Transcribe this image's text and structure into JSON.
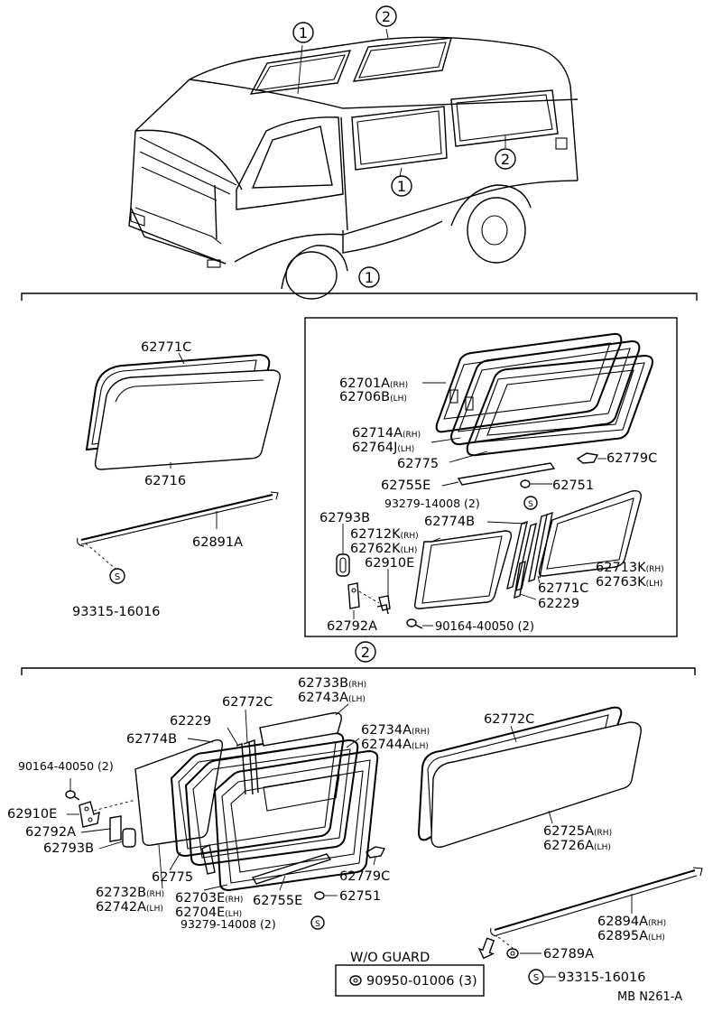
{
  "callouts": {
    "c1": "1",
    "c2": "2"
  },
  "labels": {
    "l62771C_a": "62771C",
    "l62716": "62716",
    "l62891A": "62891A",
    "l93315_16016_a": "93315-16016",
    "l62701A": "62701A",
    "l62701A_sub": "(RH)",
    "l62706B": "62706B",
    "l62706B_sub": "(LH)",
    "l62714A": "62714A",
    "l62714A_sub": "(RH)",
    "l62764J": "62764J",
    "l62764J_sub": "(LH)",
    "l62775_a": "62775",
    "l62779C_a": "62779C",
    "l62755E_a": "62755E",
    "l62751_a": "62751",
    "l93279_a": "93279-14008 (2)",
    "l62774B_a": "62774B",
    "l62793B_a": "62793B",
    "l62712K": "62712K",
    "l62712K_sub": "(RH)",
    "l62762K": "62762K",
    "l62762K_sub": "(LH)",
    "l62910E_a": "62910E",
    "l62713K": "62713K",
    "l62713K_sub": "(RH)",
    "l62763K": "62763K",
    "l62763K_sub": "(LH)",
    "l62771C_b": "62771C",
    "l62229_a": "62229",
    "l62792A_a": "62792A",
    "l90164_a": "90164-40050 (2)",
    "l62733B": "62733B",
    "l62733B_sub": "(RH)",
    "l62743A": "62743A",
    "l62743A_sub": "(LH)",
    "l62772C_a": "62772C",
    "l62229_b": "62229",
    "l62734A": "62734A",
    "l62734A_sub": "(RH)",
    "l62744A": "62744A",
    "l62744A_sub": "(LH)",
    "l62774B_b": "62774B",
    "l90164_b": "90164-40050 (2)",
    "l62910E_b": "62910E",
    "l62792A_b": "62792A",
    "l62793B_b": "62793B",
    "l62775_b": "62775",
    "l62779C_b": "62779C",
    "l62732B": "62732B",
    "l62732B_sub": "(RH)",
    "l62742A": "62742A",
    "l62742A_sub": "(LH)",
    "l62703E": "62703E",
    "l62703E_sub": "(RH)",
    "l62704E": "62704E",
    "l62704E_sub": "(LH)",
    "l62755E_b": "62755E",
    "l62751_b": "62751",
    "l93279_b": "93279-14008 (2)",
    "l62772C_b": "62772C",
    "l62725A": "62725A",
    "l62725A_sub": "(RH)",
    "l62726A": "62726A",
    "l62726A_sub": "(LH)",
    "l62894A": "62894A",
    "l62894A_sub": "(RH)",
    "l62895A": "62895A",
    "l62895A_sub": "(LH)",
    "l62789A": "62789A",
    "l93315_16016_b": "93315-16016",
    "wo_guard": "W/O GUARD",
    "l90950": "90950-01006 (3)",
    "ref_code": "MB N261-A"
  },
  "symbols": {
    "screw": "S"
  }
}
